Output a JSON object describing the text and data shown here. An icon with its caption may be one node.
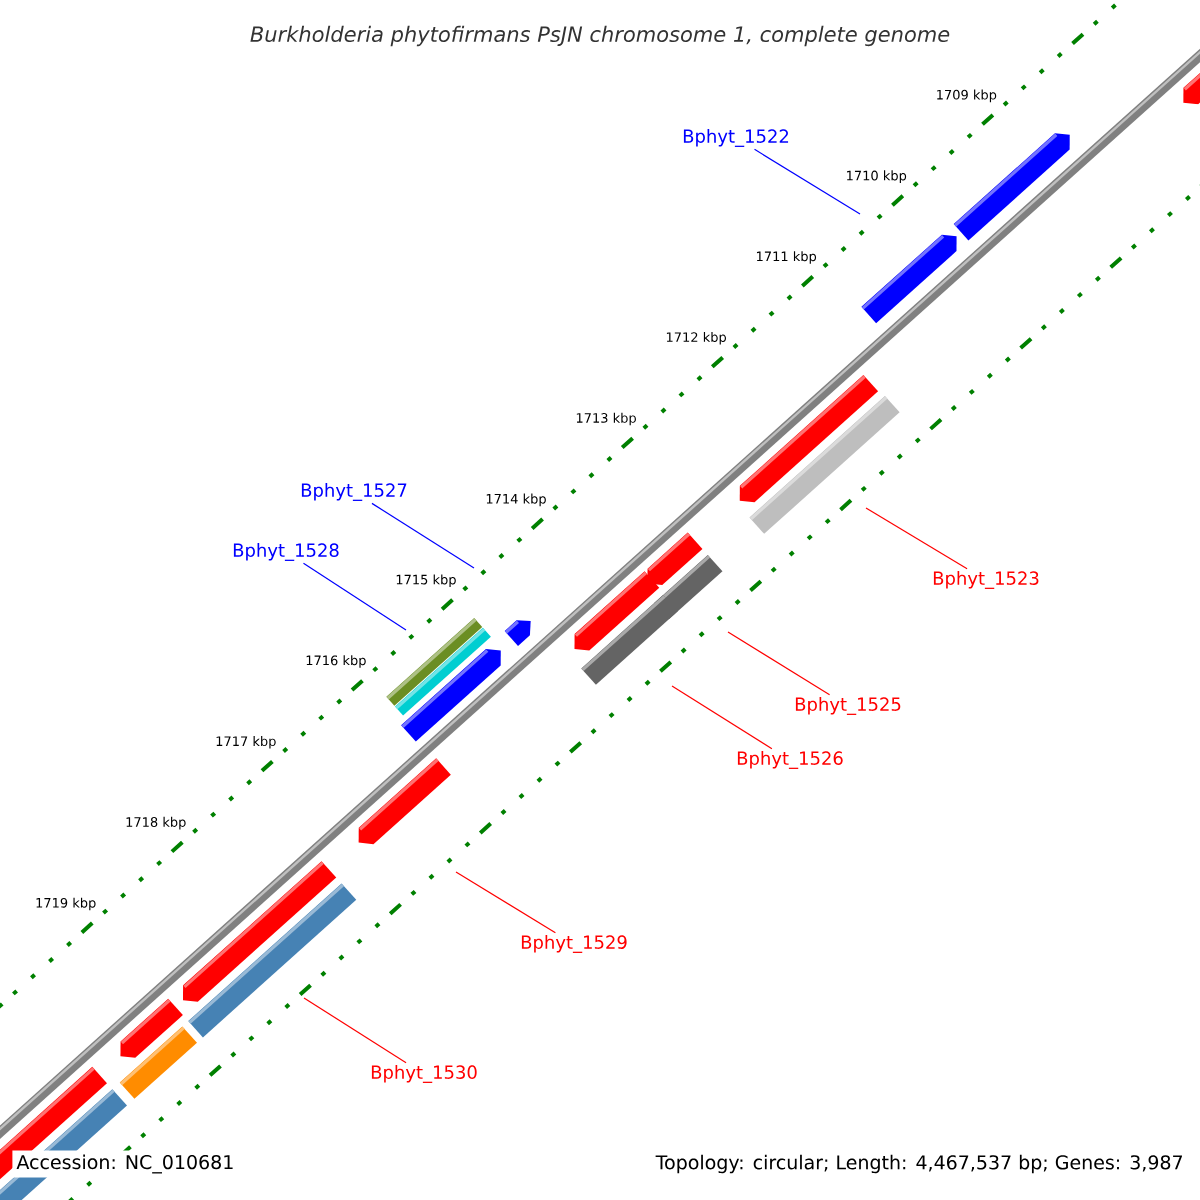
{
  "diagram": {
    "title": "Burkholderia phytofirmans PsJN chromosome 1, complete genome",
    "nodes": [
      {
        "text": [
          "Bphyt_1522"
        ]
      },
      {
        "text": [
          "Bphyt_1527"
        ]
      },
      {
        "text": [
          "Bphyt_1528"
        ]
      },
      {
        "text": [
          "Bphyt_1523"
        ]
      },
      {
        "text": [
          "Bphyt_1525"
        ]
      },
      {
        "text": [
          "Bphyt_1526"
        ]
      },
      {
        "text": [
          "Bphyt_1529"
        ]
      },
      {
        "text": [
          "Bphyt_1530"
        ]
      }
    ],
    "edges": [
      {
        "from": 0,
        "to": null,
        "arrow": "none",
        "color": "#0000ff"
      },
      {
        "from": 1,
        "to": null,
        "arrow": "none",
        "color": "#0000ff"
      },
      {
        "from": 2,
        "to": null,
        "arrow": "none",
        "color": "#0000ff"
      },
      {
        "from": 3,
        "to": null,
        "arrow": "none"
      },
      {
        "from": 4,
        "to": null,
        "arrow": "none"
      },
      {
        "from": 5,
        "to": null,
        "arrow": "none"
      },
      {
        "from": 6,
        "to": null,
        "arrow": "none"
      },
      {
        "from": 7,
        "to": null,
        "arrow": "none"
      }
    ],
    "labels": [
      "1709 kbp",
      "1710 kbp",
      "1711 kbp",
      "1712 kbp",
      "1713 kbp",
      "1714 kbp",
      "1715 kbp",
      "1716 kbp",
      "1717 kbp",
      "1718 kbp",
      "1719 kbp",
      "Accession: NC_010681",
      "Topology: circular; Length: 4,467,537 bp; Genes: 3,987"
    ]
  }
}
